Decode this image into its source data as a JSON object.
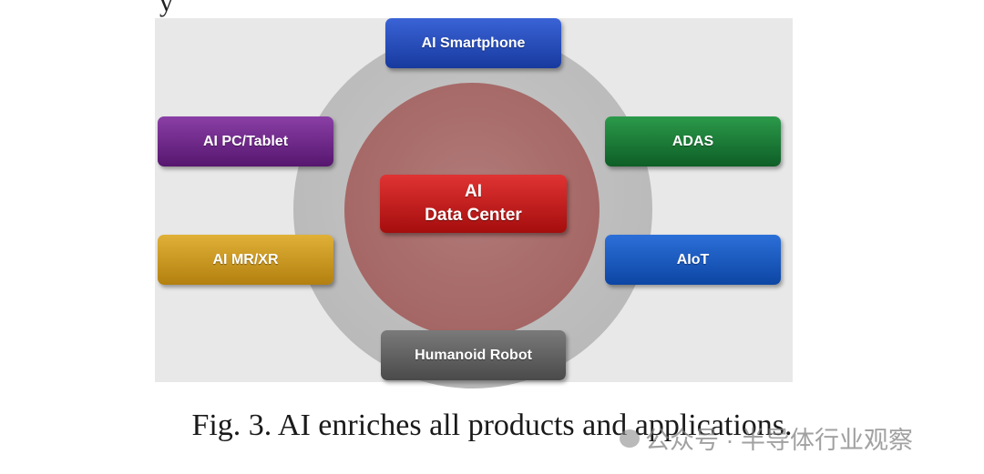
{
  "top_text_fragment": "y",
  "center": {
    "line1": "AI",
    "line2": "Data Center"
  },
  "nodes": {
    "smartphone": "AI Smartphone",
    "pc_tablet": "AI PC/Tablet",
    "adas": "ADAS",
    "mr_xr": "AI MR/XR",
    "aiot": "AIoT",
    "humanoid_robot": "Humanoid Robot"
  },
  "caption": "Fig. 3. AI enriches all products and applications.",
  "watermark": "公众号 · 半导体行业观察",
  "colors": {
    "smartphone": "#1f44b0",
    "pc_tablet": "#6a2285",
    "adas": "#177a35",
    "mr_xr": "#c9961f",
    "aiot": "#1756bd",
    "humanoid_robot": "#5c5c5c",
    "data_center": "#c41c1c",
    "outer_ring": "#bcbcbc",
    "inner_circle": "#a46664"
  }
}
